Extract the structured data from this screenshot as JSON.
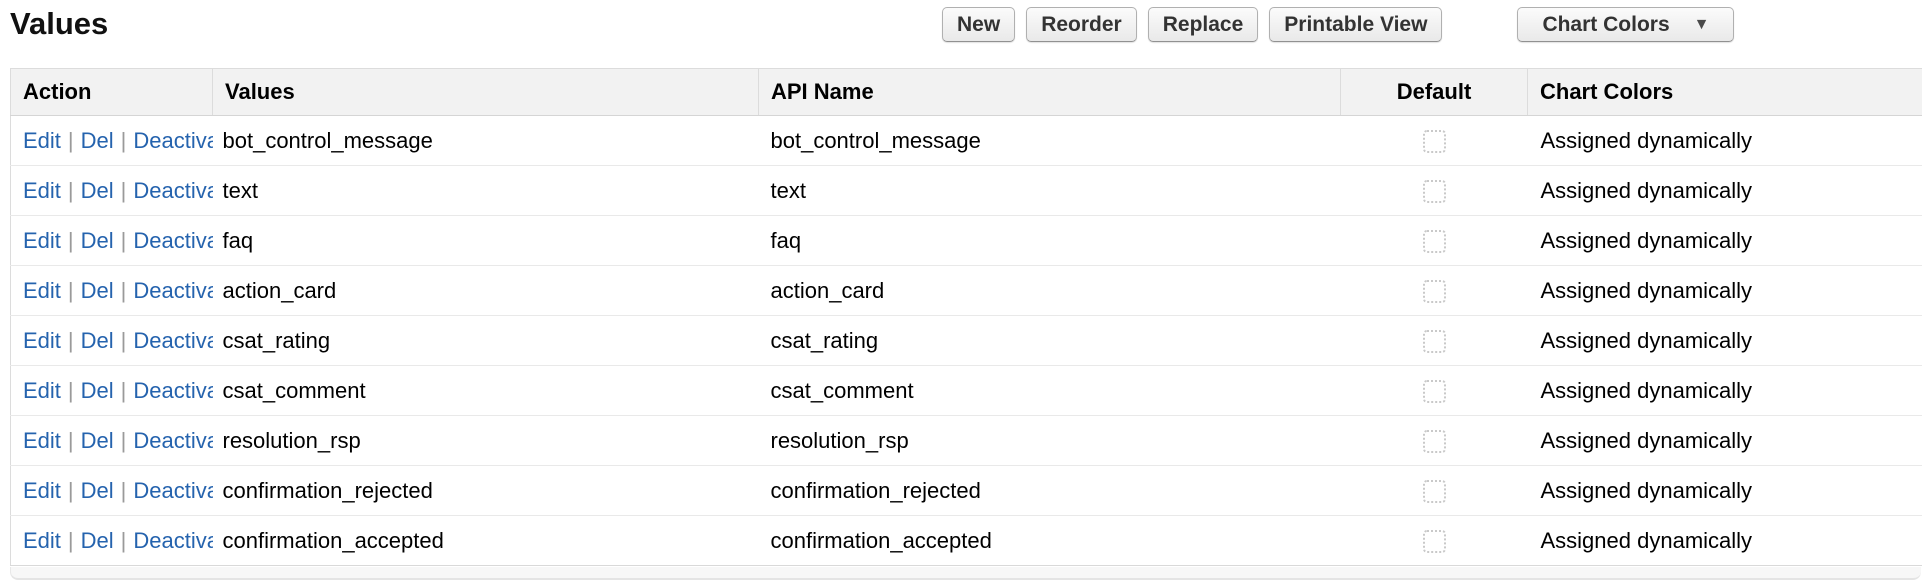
{
  "page": {
    "title": "Values"
  },
  "toolbar": {
    "buttons": [
      {
        "label": "New"
      },
      {
        "label": "Reorder"
      },
      {
        "label": "Replace"
      },
      {
        "label": "Printable View"
      }
    ],
    "dropdown": {
      "label": "Chart Colors"
    }
  },
  "icons": {
    "dropdown_arrow": "▼"
  },
  "table": {
    "columns": [
      {
        "label": "Action"
      },
      {
        "label": "Values"
      },
      {
        "label": "API Name"
      },
      {
        "label": "Default"
      },
      {
        "label": "Chart Colors"
      }
    ],
    "action_links": [
      {
        "label": "Edit"
      },
      {
        "label": "Del"
      },
      {
        "label": "Deactivate"
      }
    ],
    "link_separator": "|",
    "rows": [
      {
        "value": "bot_control_message",
        "api_name": "bot_control_message",
        "default_checked": false,
        "chart_colors": "Assigned dynamically"
      },
      {
        "value": "text",
        "api_name": "text",
        "default_checked": false,
        "chart_colors": "Assigned dynamically"
      },
      {
        "value": "faq",
        "api_name": "faq",
        "default_checked": false,
        "chart_colors": "Assigned dynamically"
      },
      {
        "value": "action_card",
        "api_name": "action_card",
        "default_checked": false,
        "chart_colors": "Assigned dynamically"
      },
      {
        "value": "csat_rating",
        "api_name": "csat_rating",
        "default_checked": false,
        "chart_colors": "Assigned dynamically"
      },
      {
        "value": "csat_comment",
        "api_name": "csat_comment",
        "default_checked": false,
        "chart_colors": "Assigned dynamically"
      },
      {
        "value": "resolution_rsp",
        "api_name": "resolution_rsp",
        "default_checked": false,
        "chart_colors": "Assigned dynamically"
      },
      {
        "value": "confirmation_rejected",
        "api_name": "confirmation_rejected",
        "default_checked": false,
        "chart_colors": "Assigned dynamically"
      },
      {
        "value": "confirmation_accepted",
        "api_name": "confirmation_accepted",
        "default_checked": false,
        "chart_colors": "Assigned dynamically"
      }
    ]
  },
  "colors": {
    "link": "#2563ae",
    "header_bg": "#f2f2f2",
    "button_text": "#333333",
    "row_border": "#e9e9e9"
  }
}
